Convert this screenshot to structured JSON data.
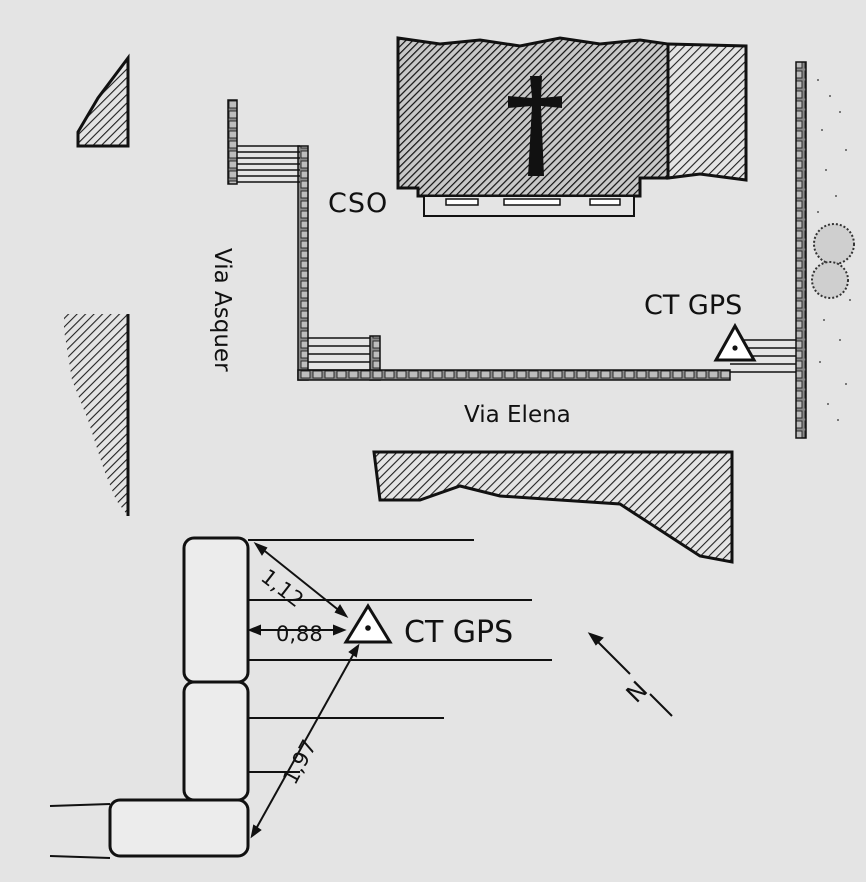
{
  "map": {
    "labels": {
      "building": "CSO",
      "control_point": "CT GPS",
      "street_south": "Via Elena",
      "street_west": "Via Asquer",
      "detail_control_point": "CT GPS",
      "north": "N"
    },
    "measurements": {
      "to_top_corner": "1,12",
      "to_wall": "0,88",
      "to_bottom_corner": "1,97"
    },
    "symbols": [
      "church-cross-icon",
      "control-point-triangle-icon",
      "north-arrow-icon",
      "shrub-icon"
    ],
    "colors": {
      "ink": "#1a1a1a",
      "paper": "#e4e4e4",
      "hatch": "#202020"
    }
  }
}
